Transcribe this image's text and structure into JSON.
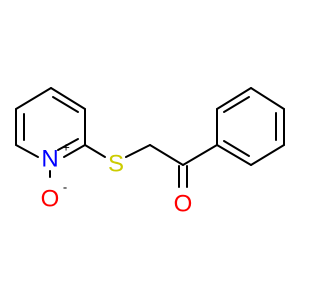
{
  "molecule": {
    "atoms": {
      "nitrogen": {
        "symbol": "N",
        "charge": "+"
      },
      "oxygen_n_oxide": {
        "symbol": "O",
        "charge": "-"
      },
      "sulfur": {
        "symbol": "S"
      },
      "oxygen_carbonyl": {
        "symbol": "O"
      }
    },
    "colors": {
      "bond": "#000000",
      "nitrogen": "#0000ff",
      "oxygen": "#ff0000",
      "sulfur": "#cccc00"
    }
  }
}
